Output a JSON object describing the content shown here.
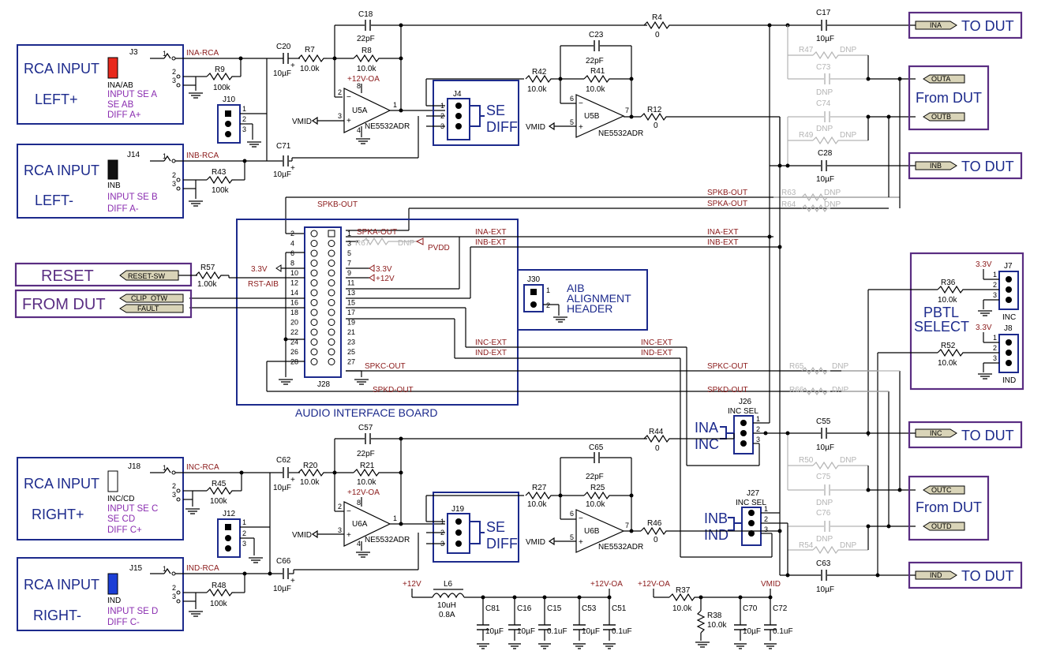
{
  "rca": {
    "j3": {
      "title": "RCA INPUT",
      "sub": "LEFT+",
      "ref": "J3",
      "net": "INA/AB",
      "lines": [
        "INPUT SE A",
        "SE AB",
        "DIFF A+"
      ],
      "color": "#e8291c"
    },
    "j14": {
      "title": "RCA INPUT",
      "sub": "LEFT-",
      "ref": "J14",
      "net": "INB",
      "lines": [
        "INPUT SE B",
        "DIFF A-"
      ],
      "color": "#111111"
    },
    "j18": {
      "title": "RCA INPUT",
      "sub": "RIGHT+",
      "ref": "J18",
      "net": "INC/CD",
      "lines": [
        "INPUT SE C",
        "SE CD",
        "DIFF C+"
      ],
      "color": "#ffffff"
    },
    "j15": {
      "title": "RCA INPUT",
      "sub": "RIGHT-",
      "ref": "J15",
      "net": "IND",
      "lines": [
        "INPUT SE D",
        "DIFF C-"
      ],
      "color": "#1c3fd6"
    }
  },
  "nets": {
    "ina_rca": "INA-RCA",
    "inb_rca": "INB-RCA",
    "inc_rca": "INC-RCA",
    "ind_rca": "IND-RCA",
    "spkb_out": "SPKB-OUT",
    "spka_out": "SPKA-OUT",
    "spkc_out": "SPKC-OUT",
    "spkd_out": "SPKD-OUT",
    "ina_ext": "INA-EXT",
    "inb_ext": "INB-EXT",
    "inc_ext": "INC-EXT",
    "ind_ext": "IND-EXT",
    "rst_aib": "RST-AIB",
    "vmid": "VMID",
    "pvdd": "PVDD",
    "v33": "3.3V",
    "v12": "+12V",
    "v12oa": "+12V-OA"
  },
  "parts": {
    "r9": "R9",
    "r9v": "100k",
    "r43": "R43",
    "r43v": "100k",
    "r45": "R45",
    "r45v": "100k",
    "r48": "R48",
    "r48v": "100k",
    "r7": "R7",
    "r7v": "10.0k",
    "r8": "R8",
    "r8v": "10.0k",
    "r20": "R20",
    "r20v": "10.0k",
    "r21": "R21",
    "r21v": "10.0k",
    "r42": "R42",
    "r42v": "10.0k",
    "r41": "R41",
    "r41v": "10.0k",
    "r27": "R27",
    "r27v": "10.0k",
    "r25": "R25",
    "r25v": "10.0k",
    "r4": "R4",
    "r4v": "0",
    "r12": "R12",
    "r12v": "0",
    "r44": "R44",
    "r44v": "0",
    "r46": "R46",
    "r46v": "0",
    "r57": "R57",
    "r57v": "1.00k",
    "r36": "R36",
    "r36v": "10.0k",
    "r52": "R52",
    "r52v": "10.0k",
    "r37": "R37",
    "r37v": "10.0k",
    "r38": "R38",
    "r38v": "10.0k",
    "r47": "R47",
    "r49": "R49",
    "r50": "R50",
    "r54": "R54",
    "r63": "R63",
    "r64": "R64",
    "r65": "R65",
    "r66": "R66",
    "r67": "R67",
    "dnp": "DNP",
    "c18": "C18",
    "c18v": "22pF",
    "c23": "C23",
    "c23v": "22pF",
    "c57": "C57",
    "c57v": "22pF",
    "c65": "C65",
    "c65v": "22pF",
    "c20": "C20",
    "c71": "C71",
    "c62": "C62",
    "c66": "C66",
    "c17": "C17",
    "c28": "C28",
    "c55": "C55",
    "c63": "C63",
    "cap10": "10µF",
    "c73": "C73",
    "c74": "C74",
    "c75": "C75",
    "c76": "C76",
    "c81": "C81",
    "c16": "C16",
    "c15": "C15",
    "c53": "C53",
    "c51": "C51",
    "c70": "C70",
    "c72": "C72",
    "c01": "0.1uF",
    "c10u": "10µF",
    "l6": "L6",
    "l6v": "10uH",
    "l6i": "0.8A",
    "u5a": "U5A",
    "u5b": "U5B",
    "u6a": "U6A",
    "u6b": "U6B",
    "opamp": "NE5532ADR",
    "j10": "J10",
    "j12": "J12",
    "j4": "J4",
    "j19": "J19",
    "j26": "J26",
    "j27": "J27",
    "j7": "J7",
    "j8": "J8",
    "j28": "J28",
    "j30": "J30"
  },
  "labels": {
    "se": "SE",
    "diff": "DIFF",
    "aib_title": "AUDIO INTERFACE BOARD",
    "aib_header": [
      "AIB",
      "ALIGNMENT",
      "HEADER"
    ],
    "inc_sel": "INC SEL",
    "ina": "INA",
    "inc": "INC",
    "inb": "INB",
    "ind": "IND",
    "pbtl": [
      "PBTL",
      "SELECT"
    ],
    "j7net": "INC",
    "j8net": "IND",
    "reset": "RESET",
    "from_dut": "From DUT",
    "from_dut_caps": "FROM DUT",
    "to_dut": "TO DUT"
  },
  "tags": {
    "ina": "INA",
    "inb": "INB",
    "inc": "INC",
    "ind": "IND",
    "outa": "OUTA",
    "outb": "OUTB",
    "outc": "OUTC",
    "outd": "OUTD",
    "reset_sw": "RESET-SW",
    "clip_otw": "CLIP_OTW",
    "fault": "FAULT"
  },
  "j28_pins_left": [
    "2",
    "4",
    "6",
    "8",
    "10",
    "12",
    "14",
    "16",
    "18",
    "20",
    "22",
    "24",
    "26",
    "28"
  ],
  "j28_pins_right": [
    "1",
    "3",
    "5",
    "7",
    "9",
    "11",
    "13",
    "15",
    "17",
    "19",
    "21",
    "23",
    "25",
    "27"
  ],
  "colors": {
    "wire": "#000000",
    "dnp": "#b4b4b4",
    "box": "#1c2a8c",
    "dut": "#5a2d82",
    "netlabel": "#8b1a1a",
    "purple_text": "#8a2db0"
  }
}
